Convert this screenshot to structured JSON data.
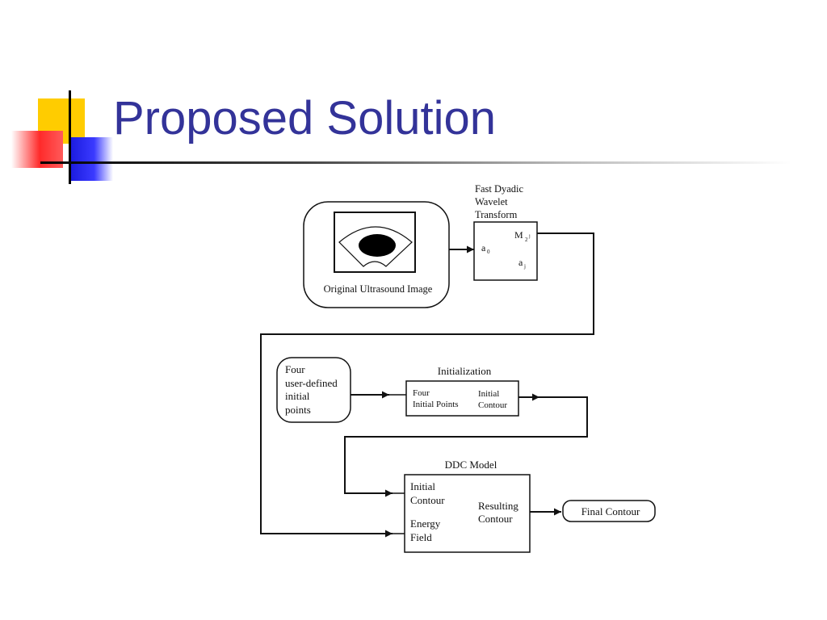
{
  "slide": {
    "title": "Proposed Solution"
  },
  "diagram": {
    "fdwt_title": [
      "Fast Dyadic",
      "Wavelet",
      "Transform"
    ],
    "fdwt_a0": "a",
    "fdwt_a0_sub": "0",
    "fdwt_m": "M",
    "fdwt_m_sub": "2",
    "fdwt_m_sup": "j",
    "fdwt_aj": "a",
    "fdwt_aj_sub": "j",
    "ultrasound_label": "Original Ultrasound Image",
    "user_points": [
      "Four",
      "user-defined",
      "initial",
      "points"
    ],
    "init_title": "Initialization",
    "init_left": [
      "Four",
      "Initial Points"
    ],
    "init_right": [
      "Initial",
      "Contour"
    ],
    "ddc_title": "DDC Model",
    "ddc_initial": [
      "Initial",
      "Contour"
    ],
    "ddc_energy": [
      "Energy",
      "Field"
    ],
    "ddc_result": [
      "Resulting",
      "Contour"
    ],
    "final_label": "Final Contour"
  }
}
